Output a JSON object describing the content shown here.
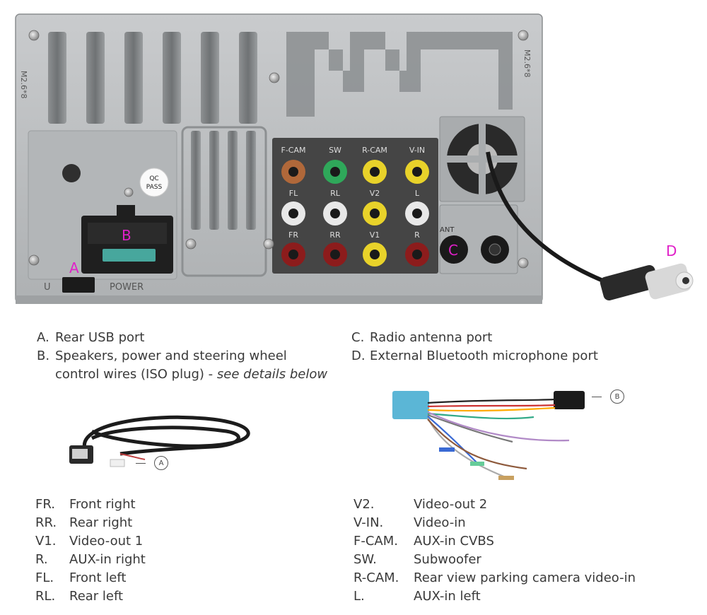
{
  "unit_labels": {
    "fcam": "F-CAM",
    "sw": "SW",
    "rcam": "R-CAM",
    "vin": "V-IN",
    "fl": "FL",
    "rl": "RL",
    "v2": "V2",
    "l": "L",
    "fr": "FR",
    "rr": "RR",
    "v1": "V1",
    "r": "R",
    "ant": "ANT",
    "qc": "QC",
    "pass": "PASS",
    "u": "U",
    "power": "POWER",
    "side_left": "M2.6*8",
    "side_right": "M2.6*8"
  },
  "markers": {
    "a": "A",
    "b": "B",
    "c": "C",
    "d": "D"
  },
  "legend_top": {
    "a": {
      "letter": "A.",
      "text": "Rear USB port"
    },
    "b": {
      "letter": "B.",
      "line1": "Speakers, power and steering wheel",
      "line2": "control wires (ISO plug) - ",
      "line2_em": "see details below"
    },
    "c": {
      "letter": "C.",
      "text": "Radio antenna port"
    },
    "d": {
      "letter": "D.",
      "text": "External Bluetooth microphone port"
    }
  },
  "callouts": {
    "usb": "A",
    "iso": "B"
  },
  "legend_left": [
    {
      "abbr": "FR.",
      "desc": "Front right"
    },
    {
      "abbr": "RR.",
      "desc": "Rear right"
    },
    {
      "abbr": "V1.",
      "desc": "Video-out 1"
    },
    {
      "abbr": "R.",
      "desc": "AUX-in right"
    },
    {
      "abbr": "FL.",
      "desc": "Front left"
    },
    {
      "abbr": "RL.",
      "desc": "Rear left"
    }
  ],
  "legend_right": [
    {
      "abbr": "V2.",
      "desc": "Video-out 2"
    },
    {
      "abbr": "V-IN.",
      "desc": "Video-in"
    },
    {
      "abbr": "F-CAM.",
      "desc": "AUX-in CVBS"
    },
    {
      "abbr": "SW.",
      "desc": "Subwoofer"
    },
    {
      "abbr": "R-CAM.",
      "desc": "Rear view parking camera video-in"
    },
    {
      "abbr": "L.",
      "desc": "AUX-in left"
    }
  ],
  "colors": {
    "marker": "#e020c8",
    "chassis": "#b9bcbe",
    "panel": "#3a3a3a",
    "rca_brown": "#b0683a",
    "rca_green": "#2fa85a",
    "rca_yellow": "#e8d22a",
    "rca_white": "#e8e8e8",
    "rca_red": "#8c1c1c"
  }
}
